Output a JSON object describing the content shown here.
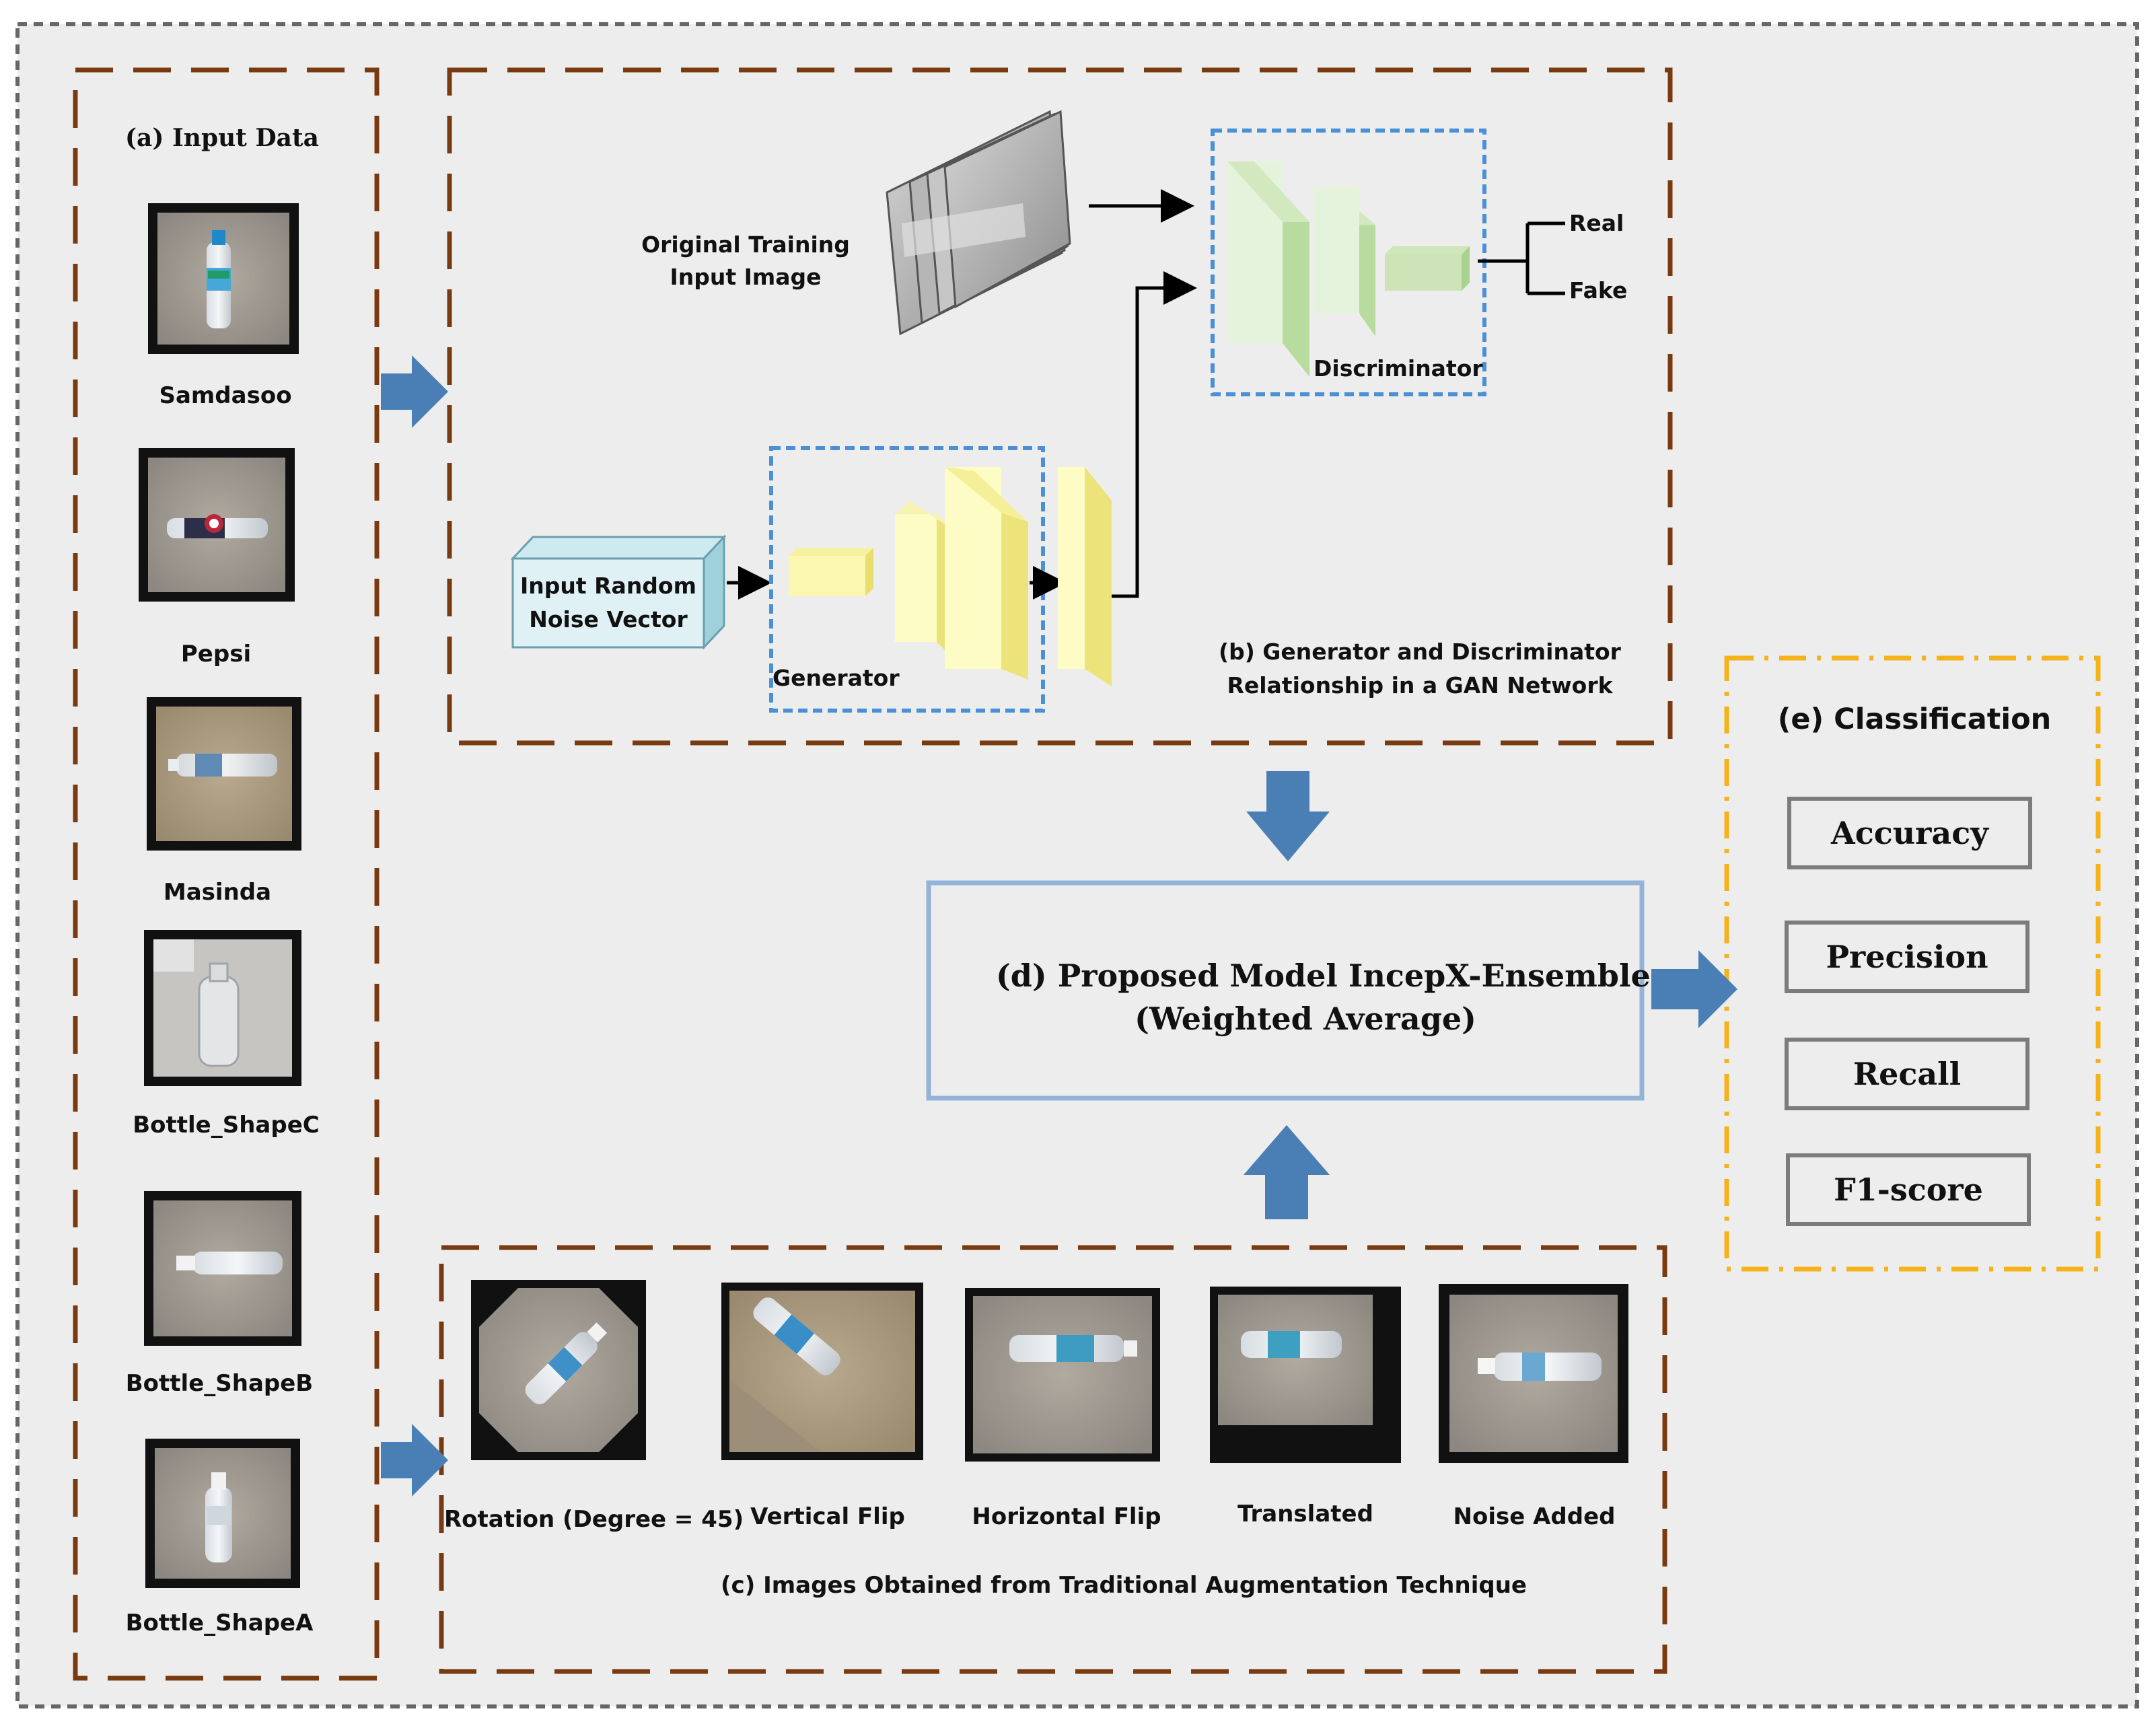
{
  "input_data": {
    "title": "(a) Input Data",
    "items": [
      {
        "label": "Samdasoo",
        "bottle": "upright"
      },
      {
        "label": "Pepsi",
        "bottle": "horizontal"
      },
      {
        "label": "Masinda",
        "bottle": "horizontal"
      },
      {
        "label": "Bottle_ShapeC",
        "bottle": "upright"
      },
      {
        "label": "Bottle_ShapeB",
        "bottle": "horizontal"
      },
      {
        "label": "Bottle_ShapeA",
        "bottle": "upright"
      }
    ]
  },
  "gan": {
    "caption_line1": "(b) Generator and Discriminator",
    "caption_line2": "Relationship in a GAN Network",
    "original_line1": "Original Training",
    "original_line2": "Input Image",
    "noise_line1": "Input Random",
    "noise_line2": "Noise Vector",
    "generator": "Generator",
    "discriminator": "Discriminator",
    "real": "Real",
    "fake": "Fake"
  },
  "augmentation": {
    "caption": "(c) Images Obtained from Traditional Augmentation Technique",
    "items": [
      "Rotation (Degree = 45)",
      "Vertical Flip",
      "Horizontal Flip",
      "Translated",
      "Noise Added"
    ]
  },
  "model": {
    "line1": "(d) Proposed Model IncepX-Ensemble",
    "line2": "(Weighted Average)"
  },
  "classification": {
    "title": "(e) Classification",
    "metrics": [
      "Accuracy",
      "Precision",
      "Recall",
      "F1-score"
    ]
  },
  "colors": {
    "background": "#ededed",
    "dash_brown": "#7a3a10",
    "dash_gold": "#f5b21a",
    "dash_blue": "#4a90d6",
    "arrow_blue": "#4a7fb5",
    "model_border": "#94b3d8",
    "layer_yellow": "#fdfcc4",
    "layer_green": "#e6f3dc"
  }
}
